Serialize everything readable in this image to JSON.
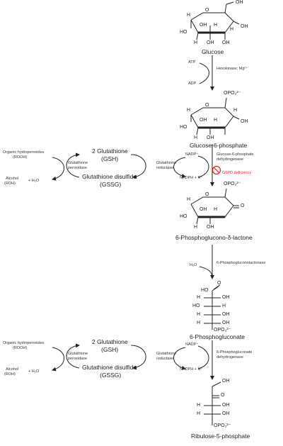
{
  "compounds": {
    "glucose": "Glucose",
    "g6p": "Glucose-6-phosphate",
    "lactone": "6-Phosphoglucono-δ-lactone",
    "pg6": "6-Phosphogluconate",
    "ru5p": "Ribulose-5-phosphate"
  },
  "cofactors": {
    "atp": "ATP",
    "adp": "ADP",
    "nadp": "NADP⁺",
    "nadph": "NADPH + H⁺",
    "h2o": "H₂O"
  },
  "enzymes": {
    "hexokinase": "Hexokinase; Mg²⁺",
    "g6pd_line1": "Glucose-6-phosphate",
    "g6pd_line2": "dehydrogenase",
    "lactonase": "6-Phosphogluconolactonase",
    "pgd_line1": "6-Phosphogluconate",
    "pgd_line2": "dehydrogenase"
  },
  "deficiency": "G6PD deficiency",
  "glutathione_cycle": {
    "gsh_line1": "2 Glutathione",
    "gsh_line2": "(GSH)",
    "gssg_line1": "Glutathione disulfide",
    "gssg_line2": "(GSSG)",
    "peroxidase_line1": "Glutathione",
    "peroxidase_line2": "peroxidase",
    "reductase_line1": "Glutathione",
    "reductase_line2": "reductase",
    "hydroperoxides_line1": "Organic hydroperoxides",
    "hydroperoxides_line2": "(ROOH)",
    "alcohol_line1": "Alcohol",
    "alcohol_line2": "(ROH)",
    "plus_h2o": "+ H₂O"
  },
  "atoms": {
    "oh": "OH",
    "ho": "HO",
    "h": "H",
    "o": "O",
    "opo3": "OPO₃²⁻"
  }
}
